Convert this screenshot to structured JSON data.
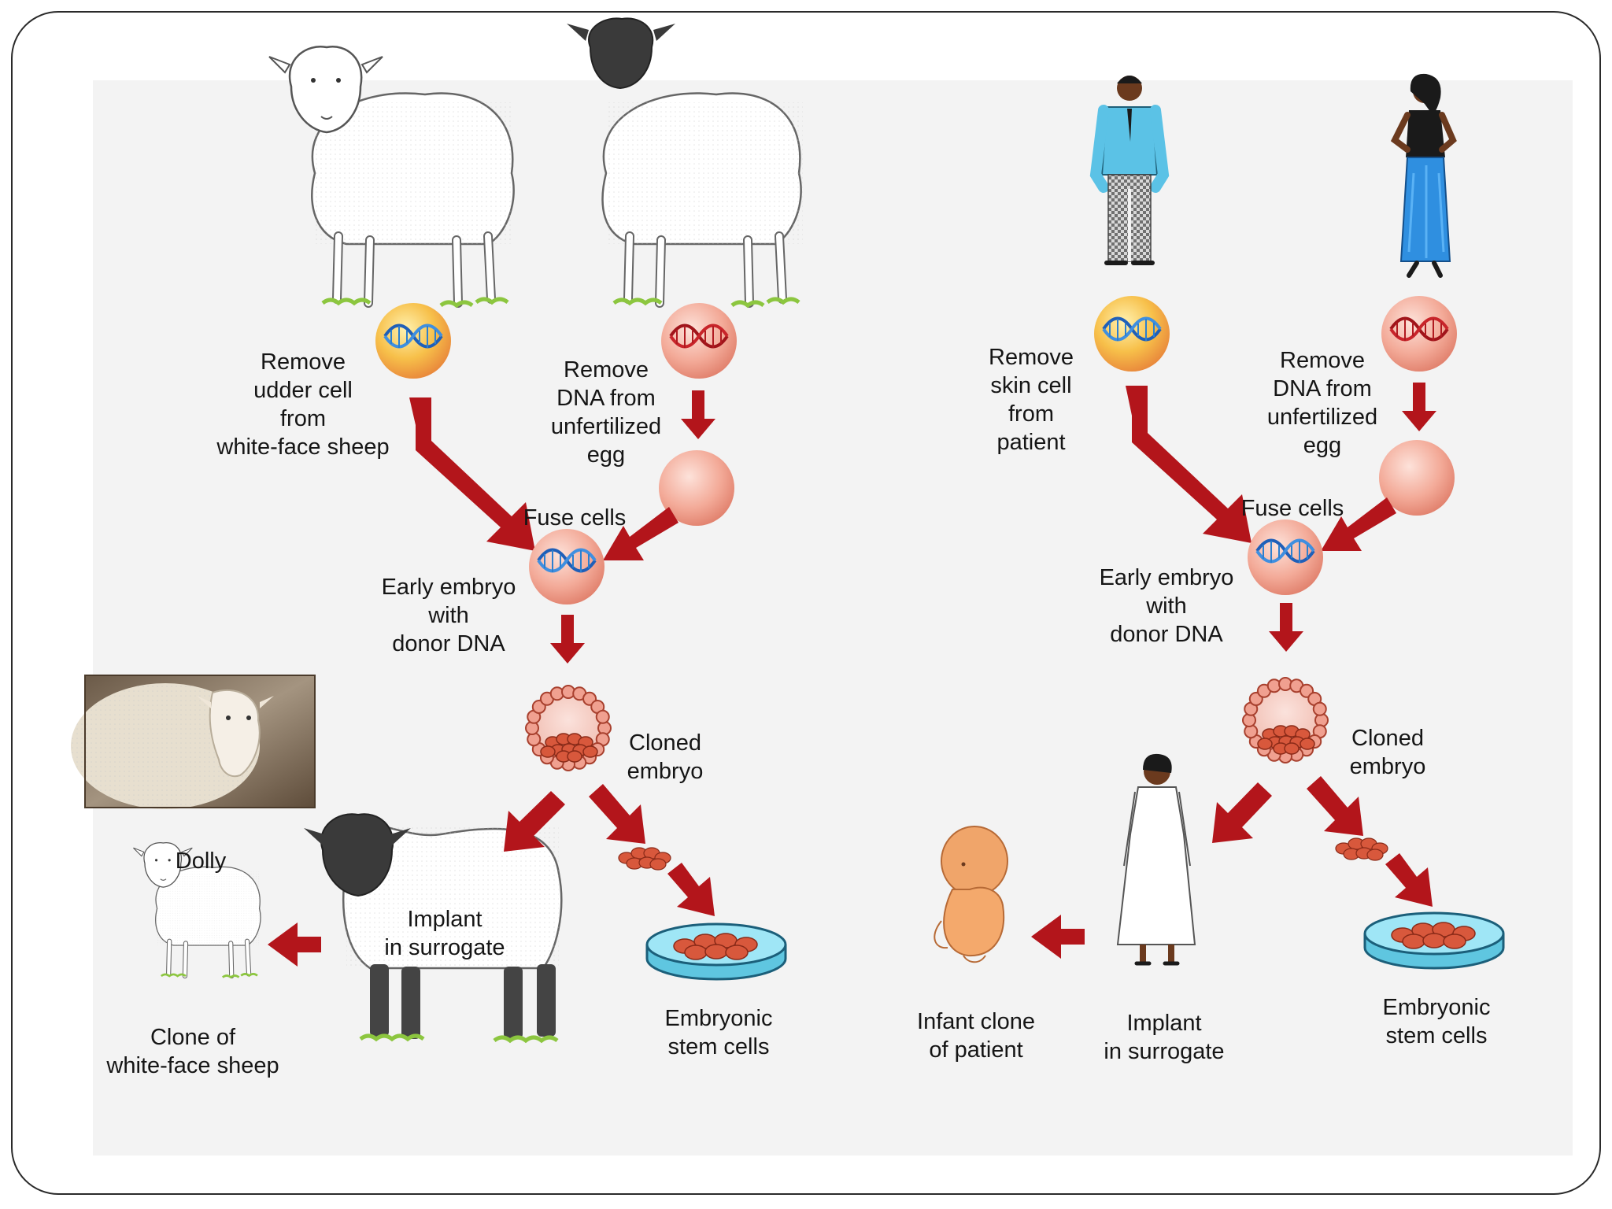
{
  "left": {
    "remove_udder_cell": [
      "Remove",
      "udder cell",
      "from",
      "white-face sheep"
    ],
    "remove_dna_egg": [
      "Remove",
      "DNA from",
      "unfertilized",
      "egg"
    ],
    "fuse_cells": "Fuse cells",
    "early_embryo": [
      "Early embryo",
      "with",
      "donor DNA"
    ],
    "cloned_embryo": [
      "Cloned",
      "embryo"
    ],
    "dolly": "Dolly",
    "implant": [
      "Implant",
      "in surrogate"
    ],
    "stem_cells": [
      "Embryonic",
      "stem cells"
    ],
    "clone": [
      "Clone of",
      "white-face sheep"
    ]
  },
  "right": {
    "remove_skin_cell": [
      "Remove",
      "skin cell",
      "from",
      "patient"
    ],
    "remove_dna_egg": [
      "Remove",
      "DNA from",
      "unfertilized",
      "egg"
    ],
    "fuse_cells": "Fuse cells",
    "early_embryo": [
      "Early embryo",
      "with",
      "donor DNA"
    ],
    "cloned_embryo": [
      "Cloned",
      "embryo"
    ],
    "infant": [
      "Infant clone",
      "of patient"
    ],
    "implant": [
      "Implant",
      "in surrogate"
    ],
    "stem_cells": [
      "Embryonic",
      "stem cells"
    ]
  },
  "colors": {
    "arrow": "#b3151b",
    "egg_cell": "#f0a090",
    "donor_cell": "#f5b840",
    "embryo_cells": "#d8583c",
    "dish": "#7fd8ee",
    "grass": "#8cc63f"
  }
}
